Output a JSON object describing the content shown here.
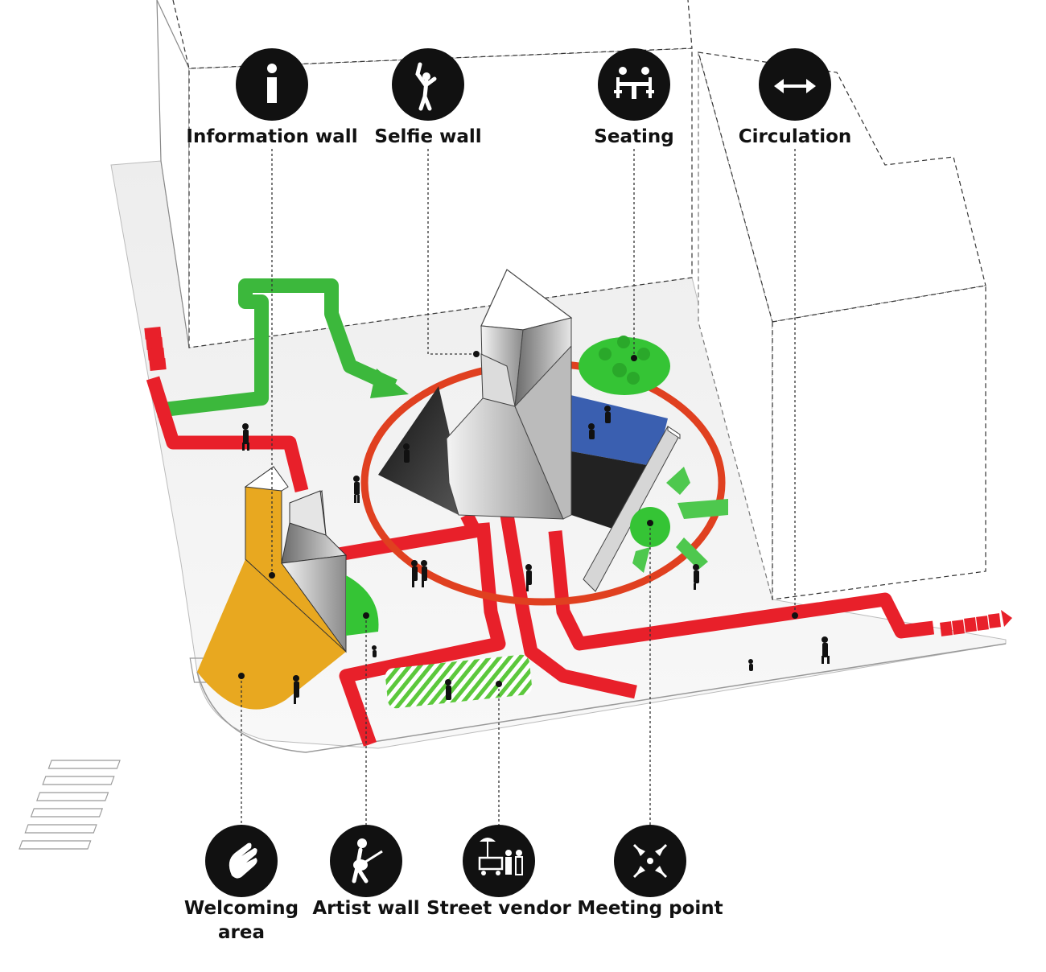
{
  "labels": {
    "information_wall": "Information wall",
    "selfie_wall": "Selfie wall",
    "seating": "Seating",
    "circulation": "Circulation",
    "welcoming_area": "Welcoming area",
    "artist_wall": "Artist wall",
    "street_vendor": "Street vendor",
    "meeting_point": "Meeting point"
  },
  "icons": {
    "information_wall": "info-icon",
    "selfie_wall": "selfie-icon",
    "seating": "seating-icon",
    "circulation": "double-arrow-icon",
    "welcoming_area": "waving-hand-icon",
    "artist_wall": "guitar-player-icon",
    "street_vendor": "food-cart-icon",
    "meeting_point": "converging-arrows-icon"
  },
  "colors": {
    "circulation_path": "#e8202a",
    "green_path": "#3cb83c",
    "seating_green": "#35c435",
    "welcoming_yellow": "#e8a820",
    "water_blue": "#3a5fb0",
    "ring_red": "#e04020",
    "icon_circle": "#111111"
  }
}
